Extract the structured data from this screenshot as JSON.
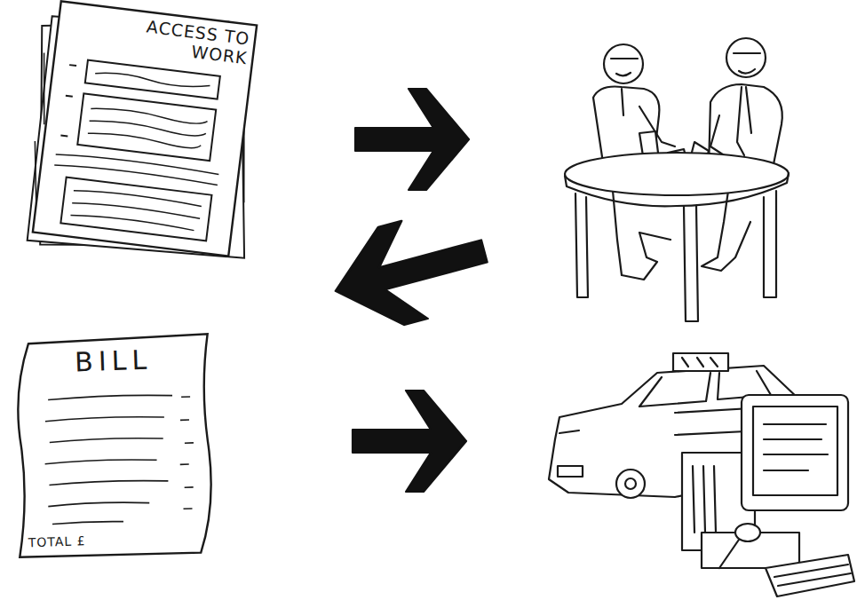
{
  "diagram": {
    "nodes": [
      {
        "text": [
          "ACCESS TO WORK"
        ]
      },
      {
        "text": [
          "BILL",
          "TOTAL £"
        ]
      }
    ]
  }
}
